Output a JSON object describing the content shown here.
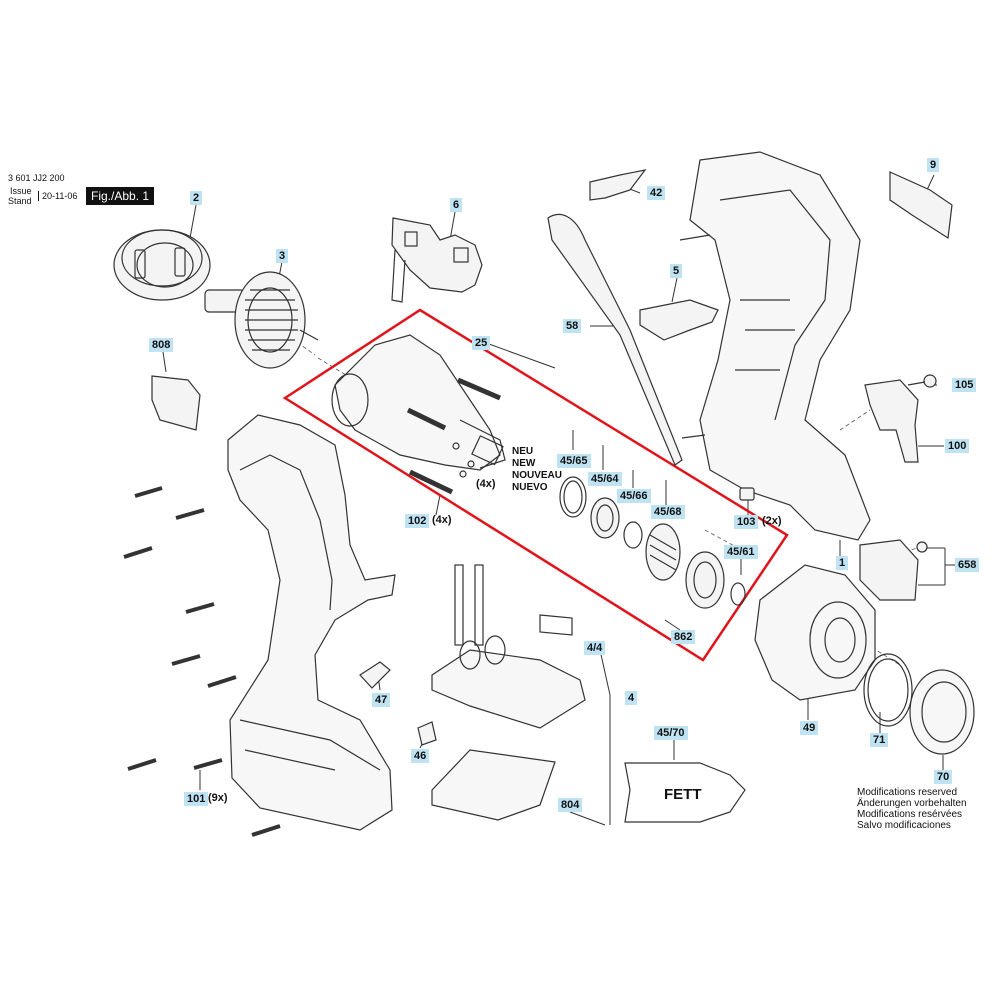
{
  "header": {
    "doc_number": "3 601 JJ2 200",
    "issue_label": "Issue",
    "stand_label": "Stand",
    "date": "20-11-06",
    "figure_label": "Fig./Abb. 1"
  },
  "parts": {
    "p2": "2",
    "p3": "3",
    "p6": "6",
    "p42": "42",
    "p9": "9",
    "p5": "5",
    "p58": "58",
    "p808": "808",
    "p25": "25",
    "p105": "105",
    "p100": "100",
    "p45_65": "45/65",
    "p45_64": "45/64",
    "p45_66": "45/66",
    "p45_68": "45/68",
    "p103": "103",
    "p45_61": "45/61",
    "p102": "102",
    "p1": "1",
    "p658": "658",
    "p862": "862",
    "p4_4": "4/4",
    "p4": "4",
    "p47": "47",
    "p49": "49",
    "p71": "71",
    "p46": "46",
    "p45_70": "45/70",
    "p70": "70",
    "p804": "804",
    "p101": "101"
  },
  "quantities": {
    "q102": "(4x)",
    "q103": "(2x)",
    "q101": "(9x)",
    "q_small": "(4x)"
  },
  "new_labels": [
    "NEU",
    "NEW",
    "NOUVEAU",
    "NUEVO"
  ],
  "grease_label": "FETT",
  "modifications": [
    "Modifications reserved",
    "Änderungen vorbehalten",
    "Modifications resérvées",
    "Salvo modificaciones"
  ],
  "colors": {
    "highlight_box": "#e0141b",
    "label_bg": "#bfe3f2",
    "line": "#333333"
  }
}
